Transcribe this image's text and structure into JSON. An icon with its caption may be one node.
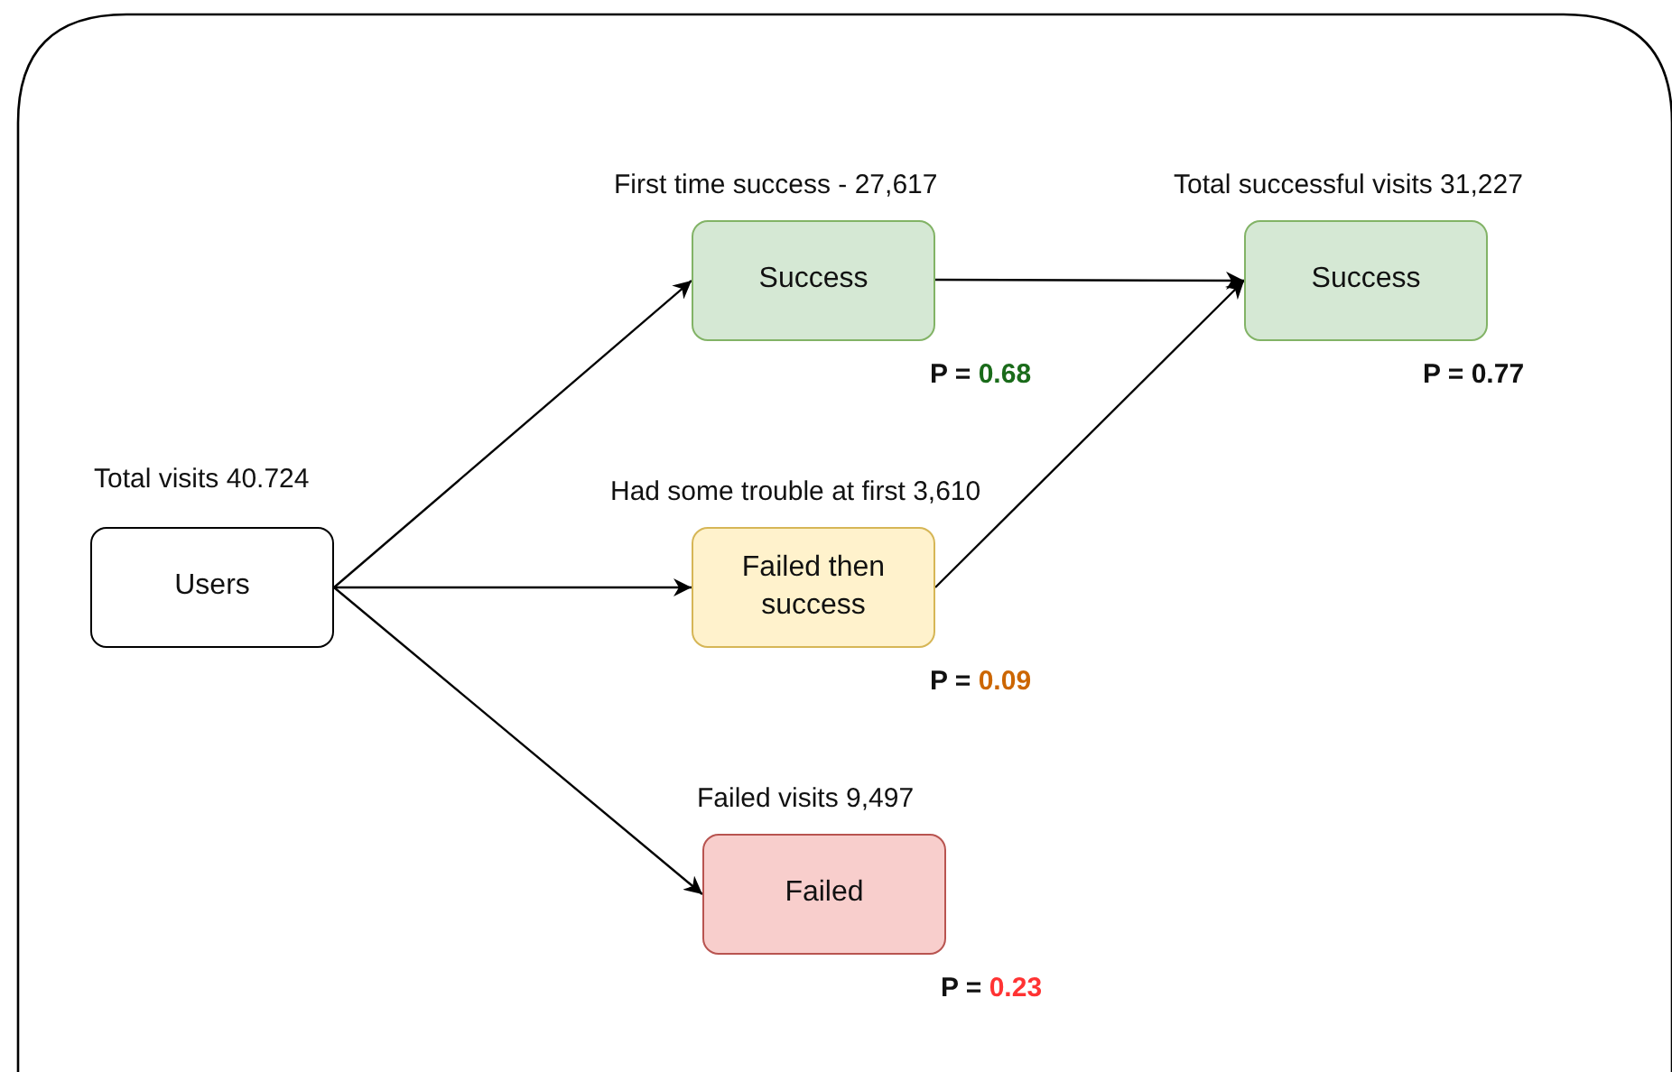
{
  "diagram": {
    "nodes": [
      {
        "text": [
          "Users"
        ],
        "beside": [
          "Total visits 40.724"
        ]
      },
      {
        "text": [
          "Success"
        ],
        "beside": [
          "First time success - 27,617",
          "P = 0.68"
        ]
      },
      {
        "text": [
          "Failed then success"
        ],
        "beside": [
          "Had some trouble at first 3,610",
          "P = 0.09"
        ]
      },
      {
        "text": [
          "Failed"
        ],
        "beside": [
          "Failed visits 9,497",
          "P = 0.23"
        ]
      },
      {
        "text": [
          "Success"
        ],
        "beside": [
          "Total successful visits 31,227",
          "P = 0.77"
        ]
      }
    ],
    "edges": [
      {
        "from": 0,
        "to": 1,
        "arrow": "to"
      },
      {
        "from": 0,
        "to": 2,
        "arrow": "to"
      },
      {
        "from": 0,
        "to": 3,
        "arrow": "to"
      },
      {
        "from": 1,
        "to": 4,
        "arrow": "to"
      },
      {
        "from": 2,
        "to": 4,
        "arrow": "to"
      }
    ]
  }
}
